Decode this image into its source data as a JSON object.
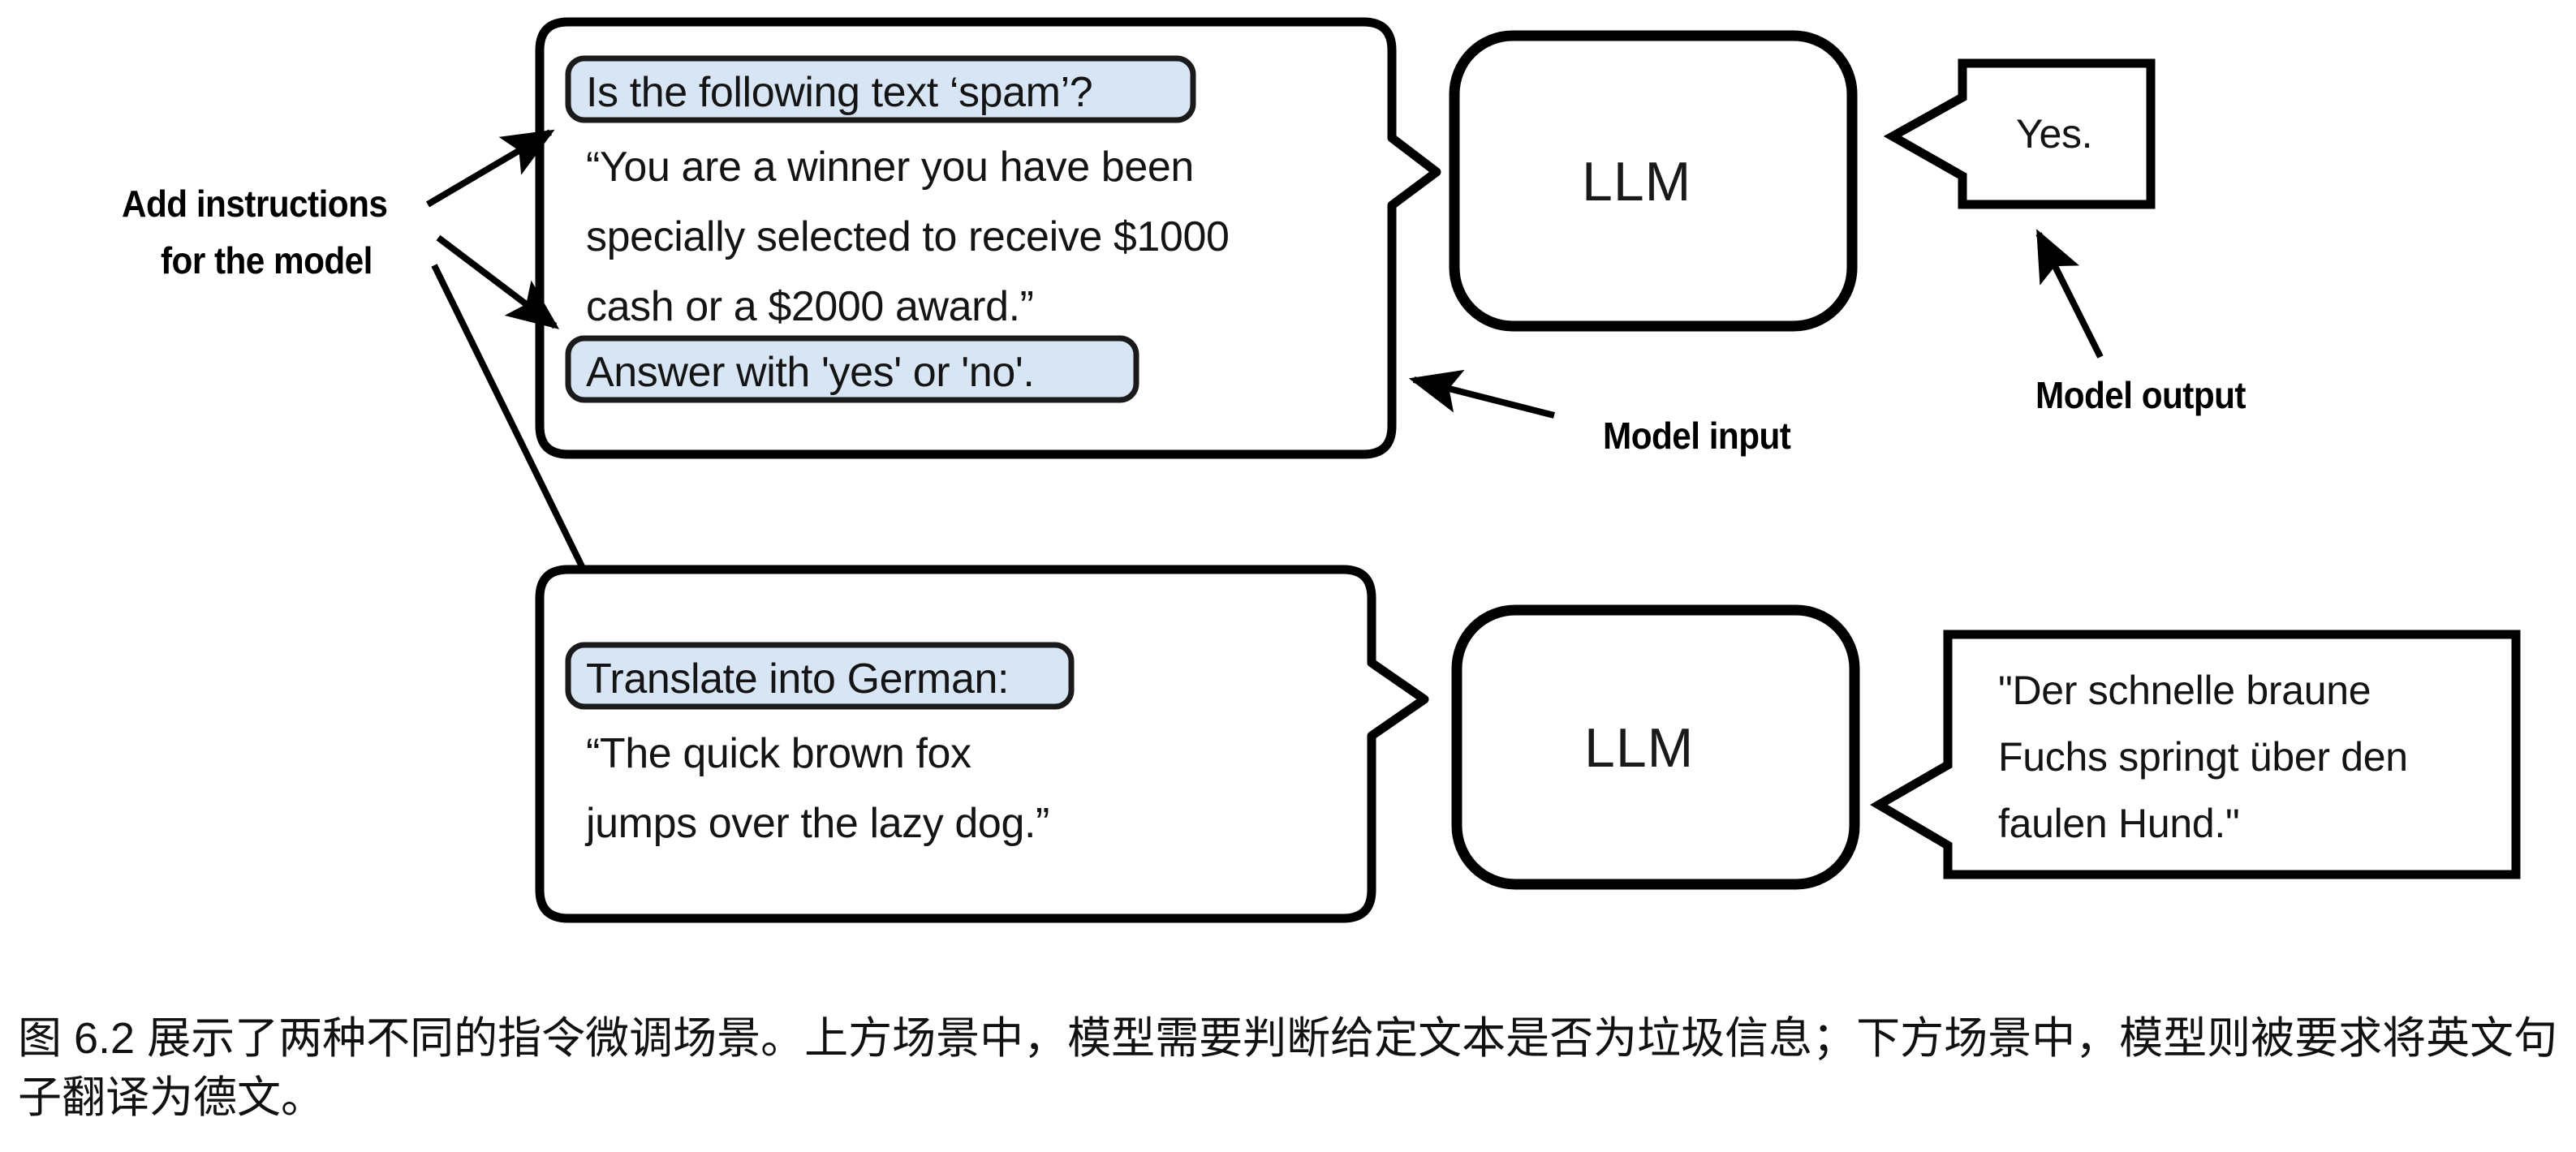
{
  "figure": {
    "annotations": {
      "add_instructions_line1": "Add instructions",
      "add_instructions_line2": "for the model",
      "model_input": "Model input",
      "model_output": "Model output"
    },
    "scenarios": [
      {
        "id": "spam-classification",
        "input_box": {
          "highlight_top": "Is the following text ‘spam’?",
          "body_lines": [
            "“You are a winner you have been",
            "specially selected to receive $1000",
            "cash or a $2000 award.”"
          ],
          "highlight_bottom": "Answer with 'yes' or 'no'."
        },
        "model": "LLM",
        "output_bubble": {
          "lines": [
            "Yes."
          ]
        }
      },
      {
        "id": "german-translation",
        "input_box": {
          "highlight_top": "Translate into German:",
          "body_lines": [
            "“The quick brown fox",
            "jumps over the lazy dog.”"
          ],
          "highlight_bottom": null
        },
        "model": "LLM",
        "output_bubble": {
          "lines": [
            "\"Der schnelle braune",
            "Fuchs springt über den",
            "faulen Hund.\""
          ]
        }
      }
    ],
    "colors": {
      "highlight_fill": "#d8e5f4",
      "highlight_stroke": "#1a1a1a",
      "box_stroke": "#000000",
      "text": "#111111",
      "page_background": "#ffffff"
    }
  },
  "caption": {
    "text": "图 6.2 展示了两种不同的指令微调场景。上方场景中，模型需要判断给定文本是否为垃圾信息；下方场景中，模型则被要求将英文句子翻译为德文。"
  }
}
